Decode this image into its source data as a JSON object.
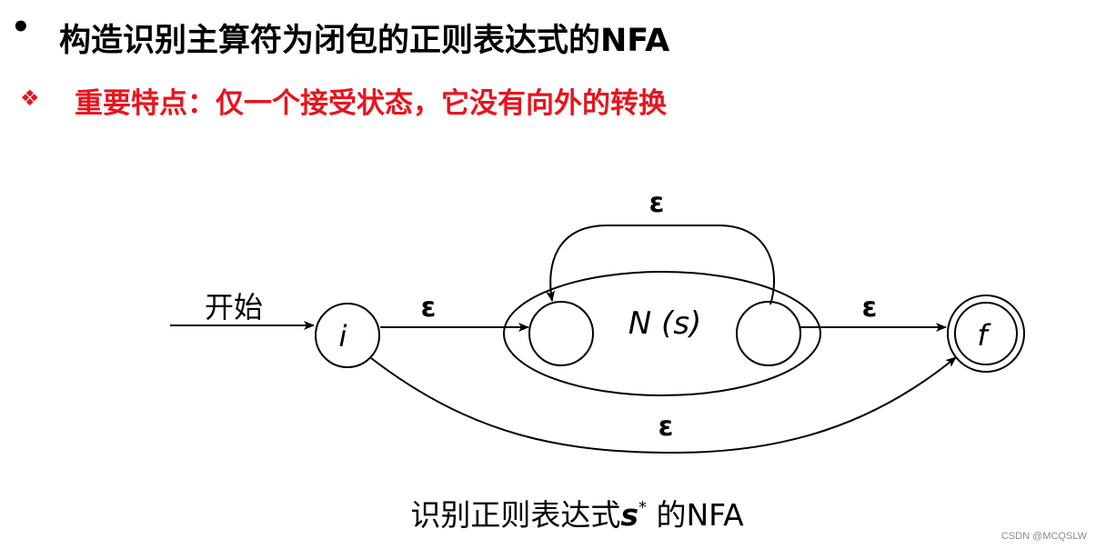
{
  "heading": {
    "bullet": "•",
    "title": "构造识别主算符为闭包的正则表达式的NFA"
  },
  "note": {
    "marker": "❖",
    "text": "重要特点：仅一个接受状态，它没有向外的转换"
  },
  "diagram": {
    "start_label": "开始",
    "state_i": "i",
    "state_f": "f",
    "inner_label": "N (s)",
    "eps_top": "ε",
    "eps_i_to_n": "ε",
    "eps_n_to_f": "ε",
    "eps_bottom": "ε"
  },
  "caption": {
    "prefix": "识别正则表达式",
    "symbol": "s",
    "sup": "*",
    "suffix": " 的NFA"
  },
  "watermark": "CSDN @MCQSLW",
  "colors": {
    "note": "#e8141e",
    "stroke": "#000000"
  }
}
